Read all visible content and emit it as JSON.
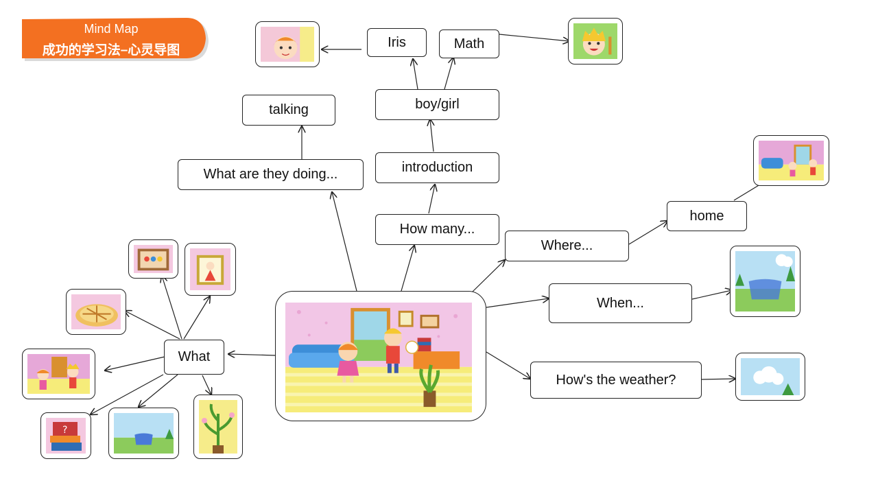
{
  "header": {
    "line1": "Mind Map",
    "line2": "成功的学习法–心灵导图"
  },
  "nodes": {
    "what": "What",
    "what_doing": "What are they doing...",
    "talking": "talking",
    "how_many": "How many...",
    "introduction": "introduction",
    "boy_girl": "boy/girl",
    "iris": "Iris",
    "math": "Math",
    "where": "Where...",
    "home": "home",
    "when": "When...",
    "weather": "How's the weather?"
  },
  "colors": {
    "banner": "#F37021",
    "line": "#222222"
  }
}
